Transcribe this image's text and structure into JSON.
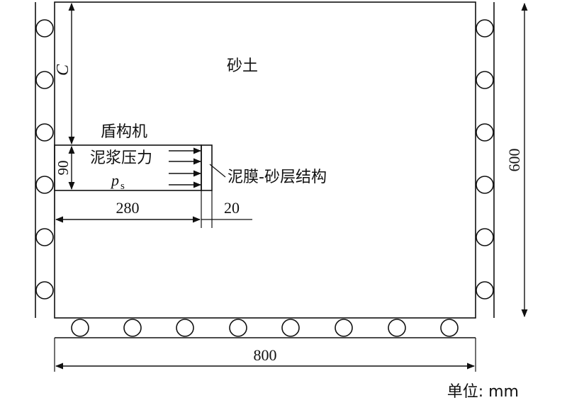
{
  "labels": {
    "soil": "砂土",
    "shield": "盾构机",
    "slurry_pressure": "泥浆压力",
    "ps_main": "p",
    "ps_sub": "s",
    "filter_cake": "泥膜-砂层结构",
    "cover_depth": "C",
    "units": "单位: mm"
  },
  "dimensions": {
    "shield_height": "90",
    "shield_length": "280",
    "filter_thickness": "20",
    "total_height": "600",
    "total_width": "800"
  },
  "colors": {
    "line": "#111111",
    "background": "#ffffff"
  }
}
